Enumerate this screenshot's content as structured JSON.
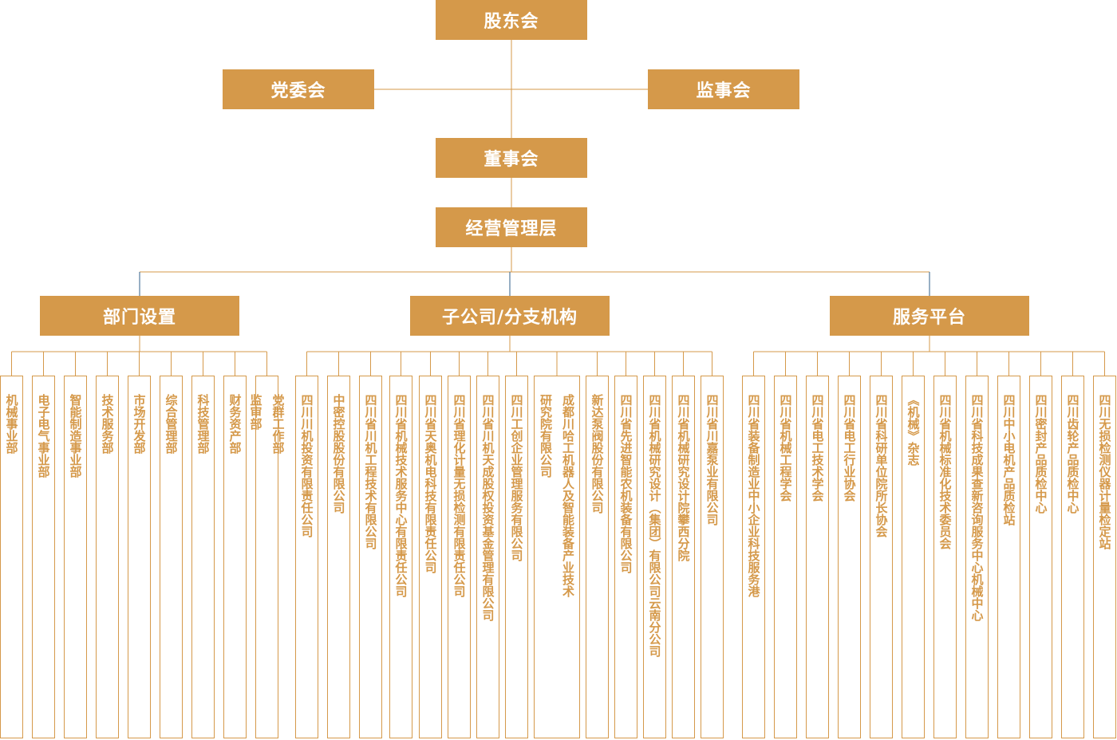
{
  "colors": {
    "accent": "#d5994a",
    "connector": "#d5994a",
    "stem": "#2f5f8a"
  },
  "top": {
    "shareholders": "股东会",
    "party": "党委会",
    "supervisors": "监事会",
    "board": "董事会",
    "management": "经营管理层"
  },
  "groups": [
    {
      "title": "部门设置",
      "items": [
        [
          "机械事业部"
        ],
        [
          "电子电气事业部"
        ],
        [
          "智能制造事业部"
        ],
        [
          "技术服务部"
        ],
        [
          "市场开发部"
        ],
        [
          "综合管理部"
        ],
        [
          "科技管理部"
        ],
        [
          "财务资产部"
        ],
        [
          "党群工作部",
          "监审部"
        ]
      ]
    },
    {
      "title": "子公司/分支机构",
      "items": [
        [
          "四川川机投资有限责任公司"
        ],
        [
          "中密控股股份有限公司"
        ],
        [
          "四川省川机工程技术有限公司"
        ],
        [
          "四川省机械技术服务中心有限责任公司"
        ],
        [
          "四川省天奥机电科技有限责任公司"
        ],
        [
          "四川省理化计量无损检测有限责任公司"
        ],
        [
          "四川省川机天成股权投资基金管理有限公司"
        ],
        [
          "四川工创企业管理服务有限公司"
        ],
        [
          "成都川哈工机器人及智能装备产业技术",
          "研究院有限公司"
        ],
        [
          "新达泵阀股份有限公司"
        ],
        [
          "四川省先进智能农机装备有限公司"
        ],
        [
          "四川省机械研究设计（集团）有限公司云南分公司"
        ],
        [
          "四川省机械研究设计院攀西分院"
        ],
        [
          "四川省川嘉泵业有限公司"
        ]
      ]
    },
    {
      "title": "服务平台",
      "items": [
        [
          "四川省装备制造业中小企业科技服务港"
        ],
        [
          "四川省机械工程学会"
        ],
        [
          "四川省电工技术学会"
        ],
        [
          "四川省电工行业协会"
        ],
        [
          "四川省科研单位院所长协会"
        ],
        [
          "《机械》杂志"
        ],
        [
          "四川省机械标准化技术委员会"
        ],
        [
          "四川省科技成果查新咨询服务中心机械中心"
        ],
        [
          "四川中小电机产品质检站"
        ],
        [
          "四川密封产品质检中心"
        ],
        [
          "四川齿轮产品质检中心"
        ],
        [
          "四川无损检测仪器计量检定站"
        ]
      ]
    }
  ]
}
